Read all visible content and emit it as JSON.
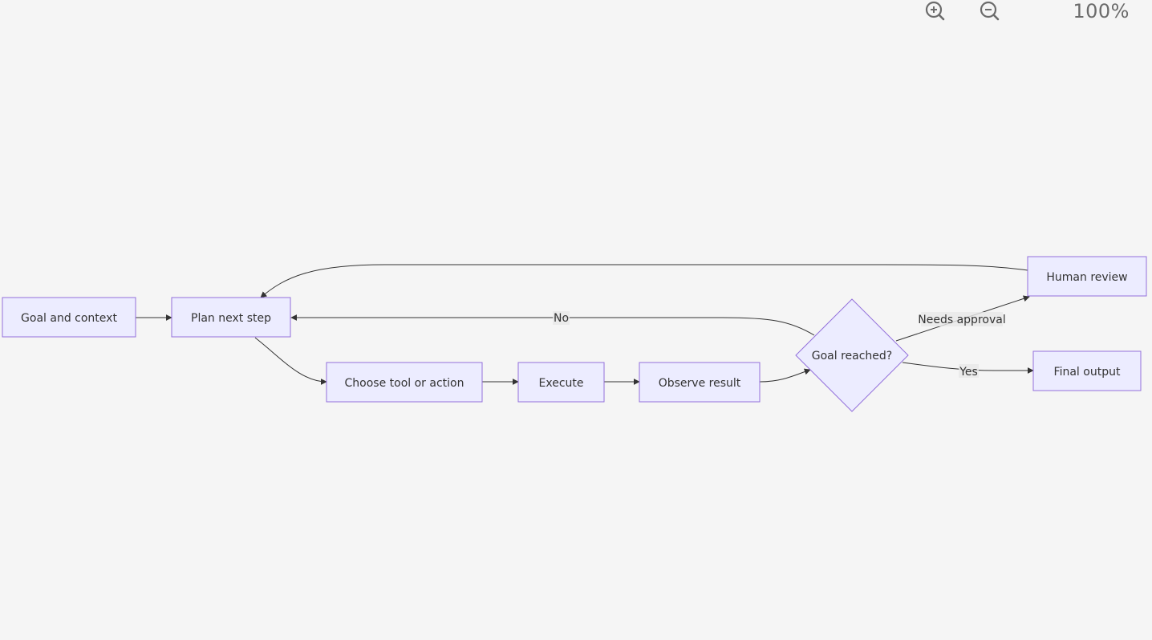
{
  "toolbar": {
    "zoom_in_icon": "zoom-in-icon",
    "zoom_out_icon": "zoom-out-icon",
    "zoom_level": "100%"
  },
  "colors": {
    "background": "#f5f5f5",
    "node_fill": "#ececff",
    "node_stroke": "#9370db",
    "edge": "#333333",
    "text": "#333333"
  },
  "diagram": {
    "nodes": {
      "goal_context": "Goal and context",
      "plan": "Plan next step",
      "choose": "Choose tool or action",
      "execute": "Execute",
      "observe": "Observe result",
      "decision": "Goal reached?",
      "human_review": "Human review",
      "final_output": "Final output"
    },
    "edge_labels": {
      "no": "No",
      "needs_approval": "Needs approval",
      "yes": "Yes"
    }
  }
}
